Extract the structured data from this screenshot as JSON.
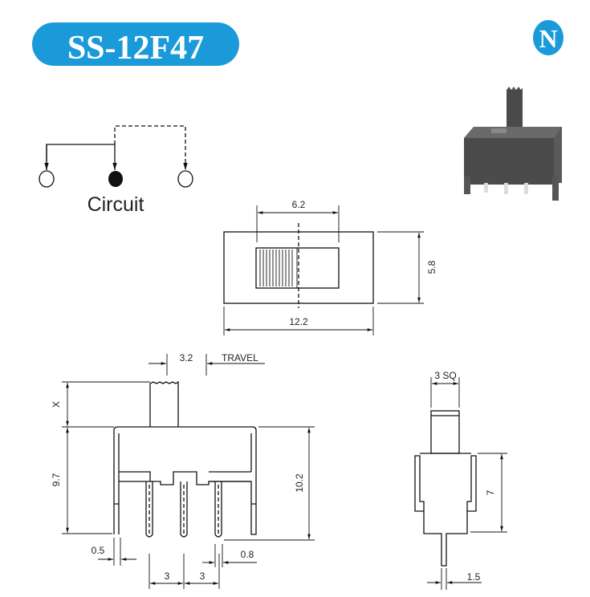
{
  "header": {
    "title": "SS-12F47",
    "logo_letter": "N",
    "accent": "#1a9ad9"
  },
  "circuit": {
    "label": "Circuit"
  },
  "top_view": {
    "slider_width": "6.2",
    "height": "5.8",
    "length": "12.2"
  },
  "side_view": {
    "travel_value": "3.2",
    "travel_label": "TRAVEL",
    "actuator_height": "X",
    "body_height": "9.7",
    "total_height": "10.2",
    "leg_thickness": "0.5",
    "pitch_left": "3",
    "pitch_right": "3",
    "pin_width": "0.8"
  },
  "end_view": {
    "actuator_size": "3 SQ",
    "leg_height": "7",
    "pin_offset": "1.5"
  }
}
